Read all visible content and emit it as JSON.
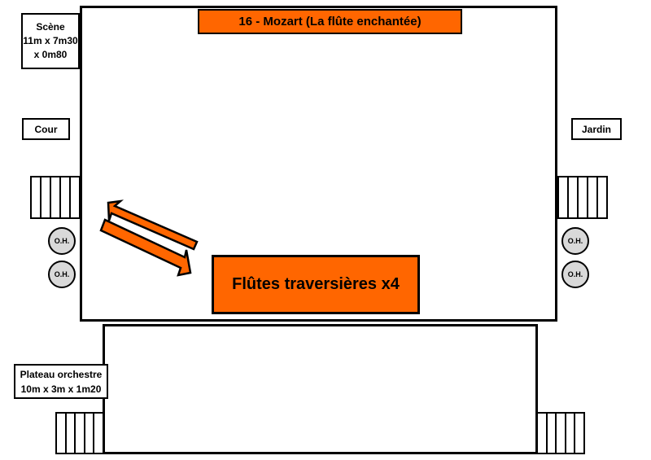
{
  "title": "16 - Mozart (La flûte enchantée)",
  "stage_label": {
    "line1": "Scène",
    "line2": "11m x 7m30",
    "line3": "x 0m80"
  },
  "orchestra_label": {
    "line1": "Plateau orchestre",
    "line2": "10m x 3m x 1m20"
  },
  "cour": "Cour",
  "jardin": "Jardin",
  "flutes": "Flûtes traversières x4",
  "oh_label": "O.H.",
  "colors": {
    "accent": "#ff6600",
    "outline": "#000000",
    "oh_fill": "#d9d9d9"
  }
}
